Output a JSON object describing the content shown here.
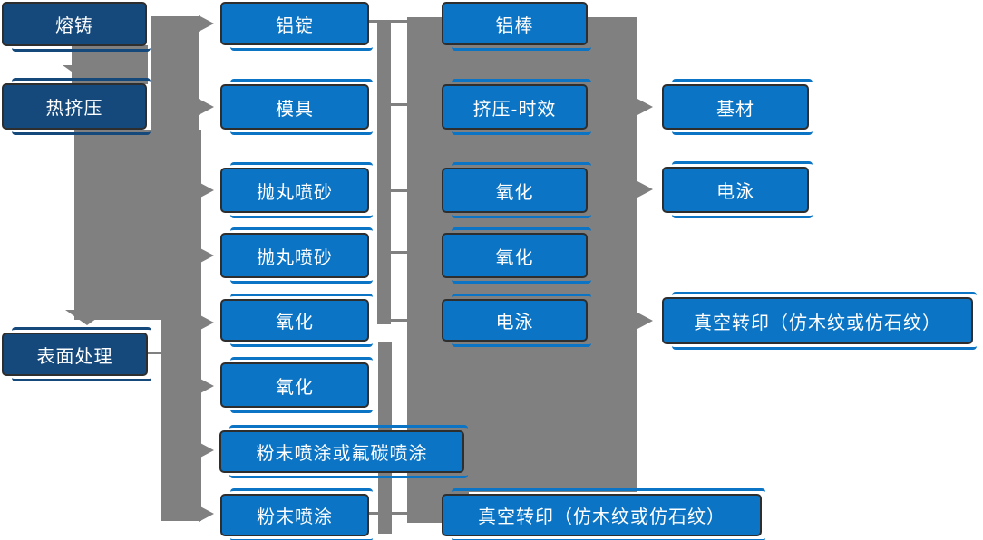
{
  "colors": {
    "primary_box": "#0b74c4",
    "dark_box": "#15497c",
    "connector": "#808080",
    "box_border": "#2e2e2e",
    "text": "#ffffff",
    "bg": "#ffffff"
  },
  "nodes": {
    "melting_casting": "熔铸",
    "hot_extrusion": "热挤压",
    "surface_treatment": "表面处理",
    "aluminum_ingot": "铝锭",
    "mold": "模具",
    "shot_blasting_1": "抛丸喷砂",
    "shot_blasting_2": "抛丸喷砂",
    "oxidation_1": "氧化",
    "oxidation_2": "氧化",
    "powder_or_fluorocarbon_coating": "粉末喷涂或氟碳喷涂",
    "powder_coating": "粉末喷涂",
    "aluminum_rod": "铝棒",
    "extrusion_aging": "挤压-时效",
    "oxidation_3": "氧化",
    "oxidation_4": "氧化",
    "electrophoresis_1": "电泳",
    "vacuum_transfer_bottom": "真空转印（仿木纹或仿石纹）",
    "base_material": "基材",
    "electrophoresis_2": "电泳",
    "vacuum_transfer_right": "真空转印（仿木纹或仿石纹）"
  }
}
